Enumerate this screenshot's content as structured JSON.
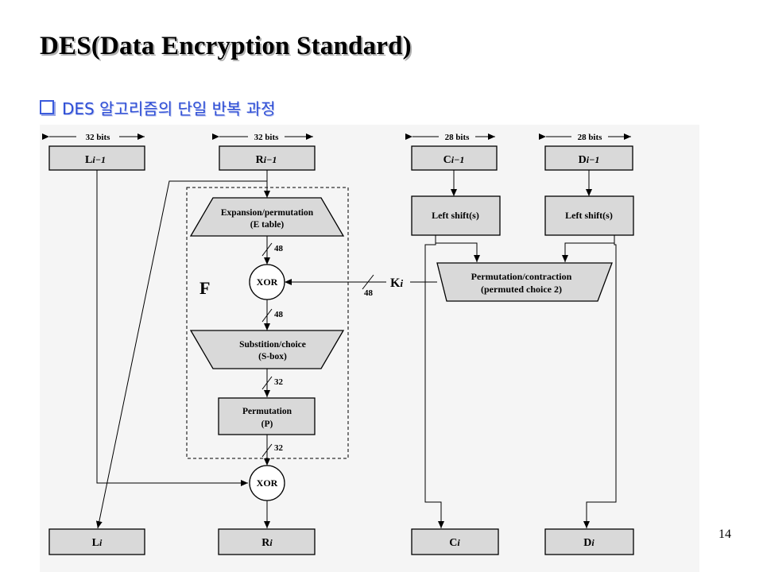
{
  "slide": {
    "title": "DES(Data Encryption Standard)",
    "subtitle": "DES 알고리즘의 단일 반복 과정",
    "page_number": "14"
  },
  "icons": {
    "bullet": "hollow-square-bullet-icon"
  },
  "colors": {
    "subtitle": "#2f4fd6",
    "box_fill": "#d9d9d9",
    "scan_bg": "#f5f5f5"
  },
  "diagram": {
    "width_labels": {
      "l": "32 bits",
      "r": "32 bits",
      "c": "28 bits",
      "d": "28 bits"
    },
    "inputs": {
      "l": {
        "base": "L",
        "sub": "i−1"
      },
      "r": {
        "base": "R",
        "sub": "i−1"
      },
      "c": {
        "base": "C",
        "sub": "i−1"
      },
      "d": {
        "base": "D",
        "sub": "i−1"
      }
    },
    "outputs": {
      "l": {
        "base": "L",
        "sub": "i"
      },
      "r": {
        "base": "R",
        "sub": "i"
      },
      "c": {
        "base": "C",
        "sub": "i"
      },
      "d": {
        "base": "D",
        "sub": "i"
      }
    },
    "f_label": "F",
    "expansion": {
      "line1": "Expansion/permutation",
      "line2": "(E table)"
    },
    "xor": "XOR",
    "substitution": {
      "line1": "Substition/choice",
      "line2": "(S-box)"
    },
    "permutation": {
      "line1": "Permutation",
      "line2": "(P)"
    },
    "left_shift": "Left shift(s)",
    "pc2": {
      "line1": "Permutation/contraction",
      "line2": "(permuted choice 2)"
    },
    "key": {
      "base": "K",
      "sub": "i"
    },
    "widths": {
      "e_out": "48",
      "xor_out": "48",
      "s_out": "32",
      "p_out": "32",
      "key": "48"
    }
  }
}
